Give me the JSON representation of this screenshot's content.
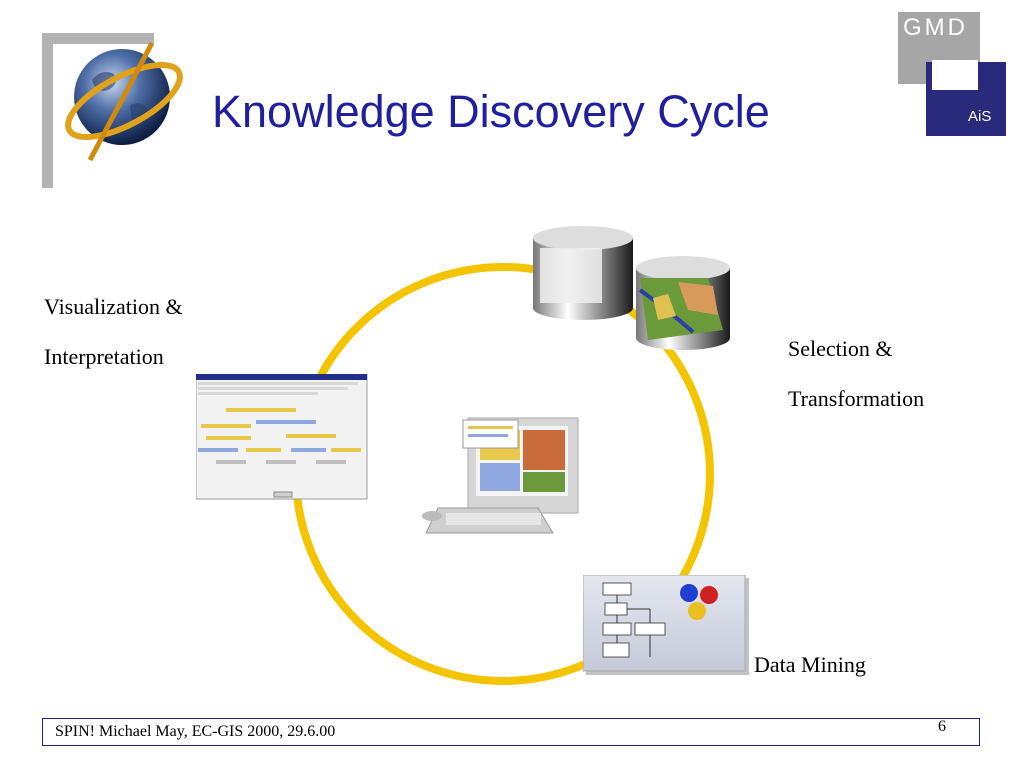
{
  "slide": {
    "title": "Knowledge Discovery Cycle",
    "logo": {
      "top_text": "GMD",
      "bottom_text": "AiS"
    },
    "stages": {
      "visualization": [
        "Visualization &",
        "Interpretation"
      ],
      "selection": [
        "Selection &",
        "Transformation"
      ],
      "mining": "Data Mining"
    },
    "footer": {
      "text": "SPIN! Michael May, EC-GIS 2000, 29.6.00",
      "page": "6"
    },
    "colors": {
      "title": "#1f1fa0",
      "cycle": "#f5c400",
      "logo_dark": "#2a2a7d",
      "logo_gray": "#a6a6a6"
    }
  }
}
